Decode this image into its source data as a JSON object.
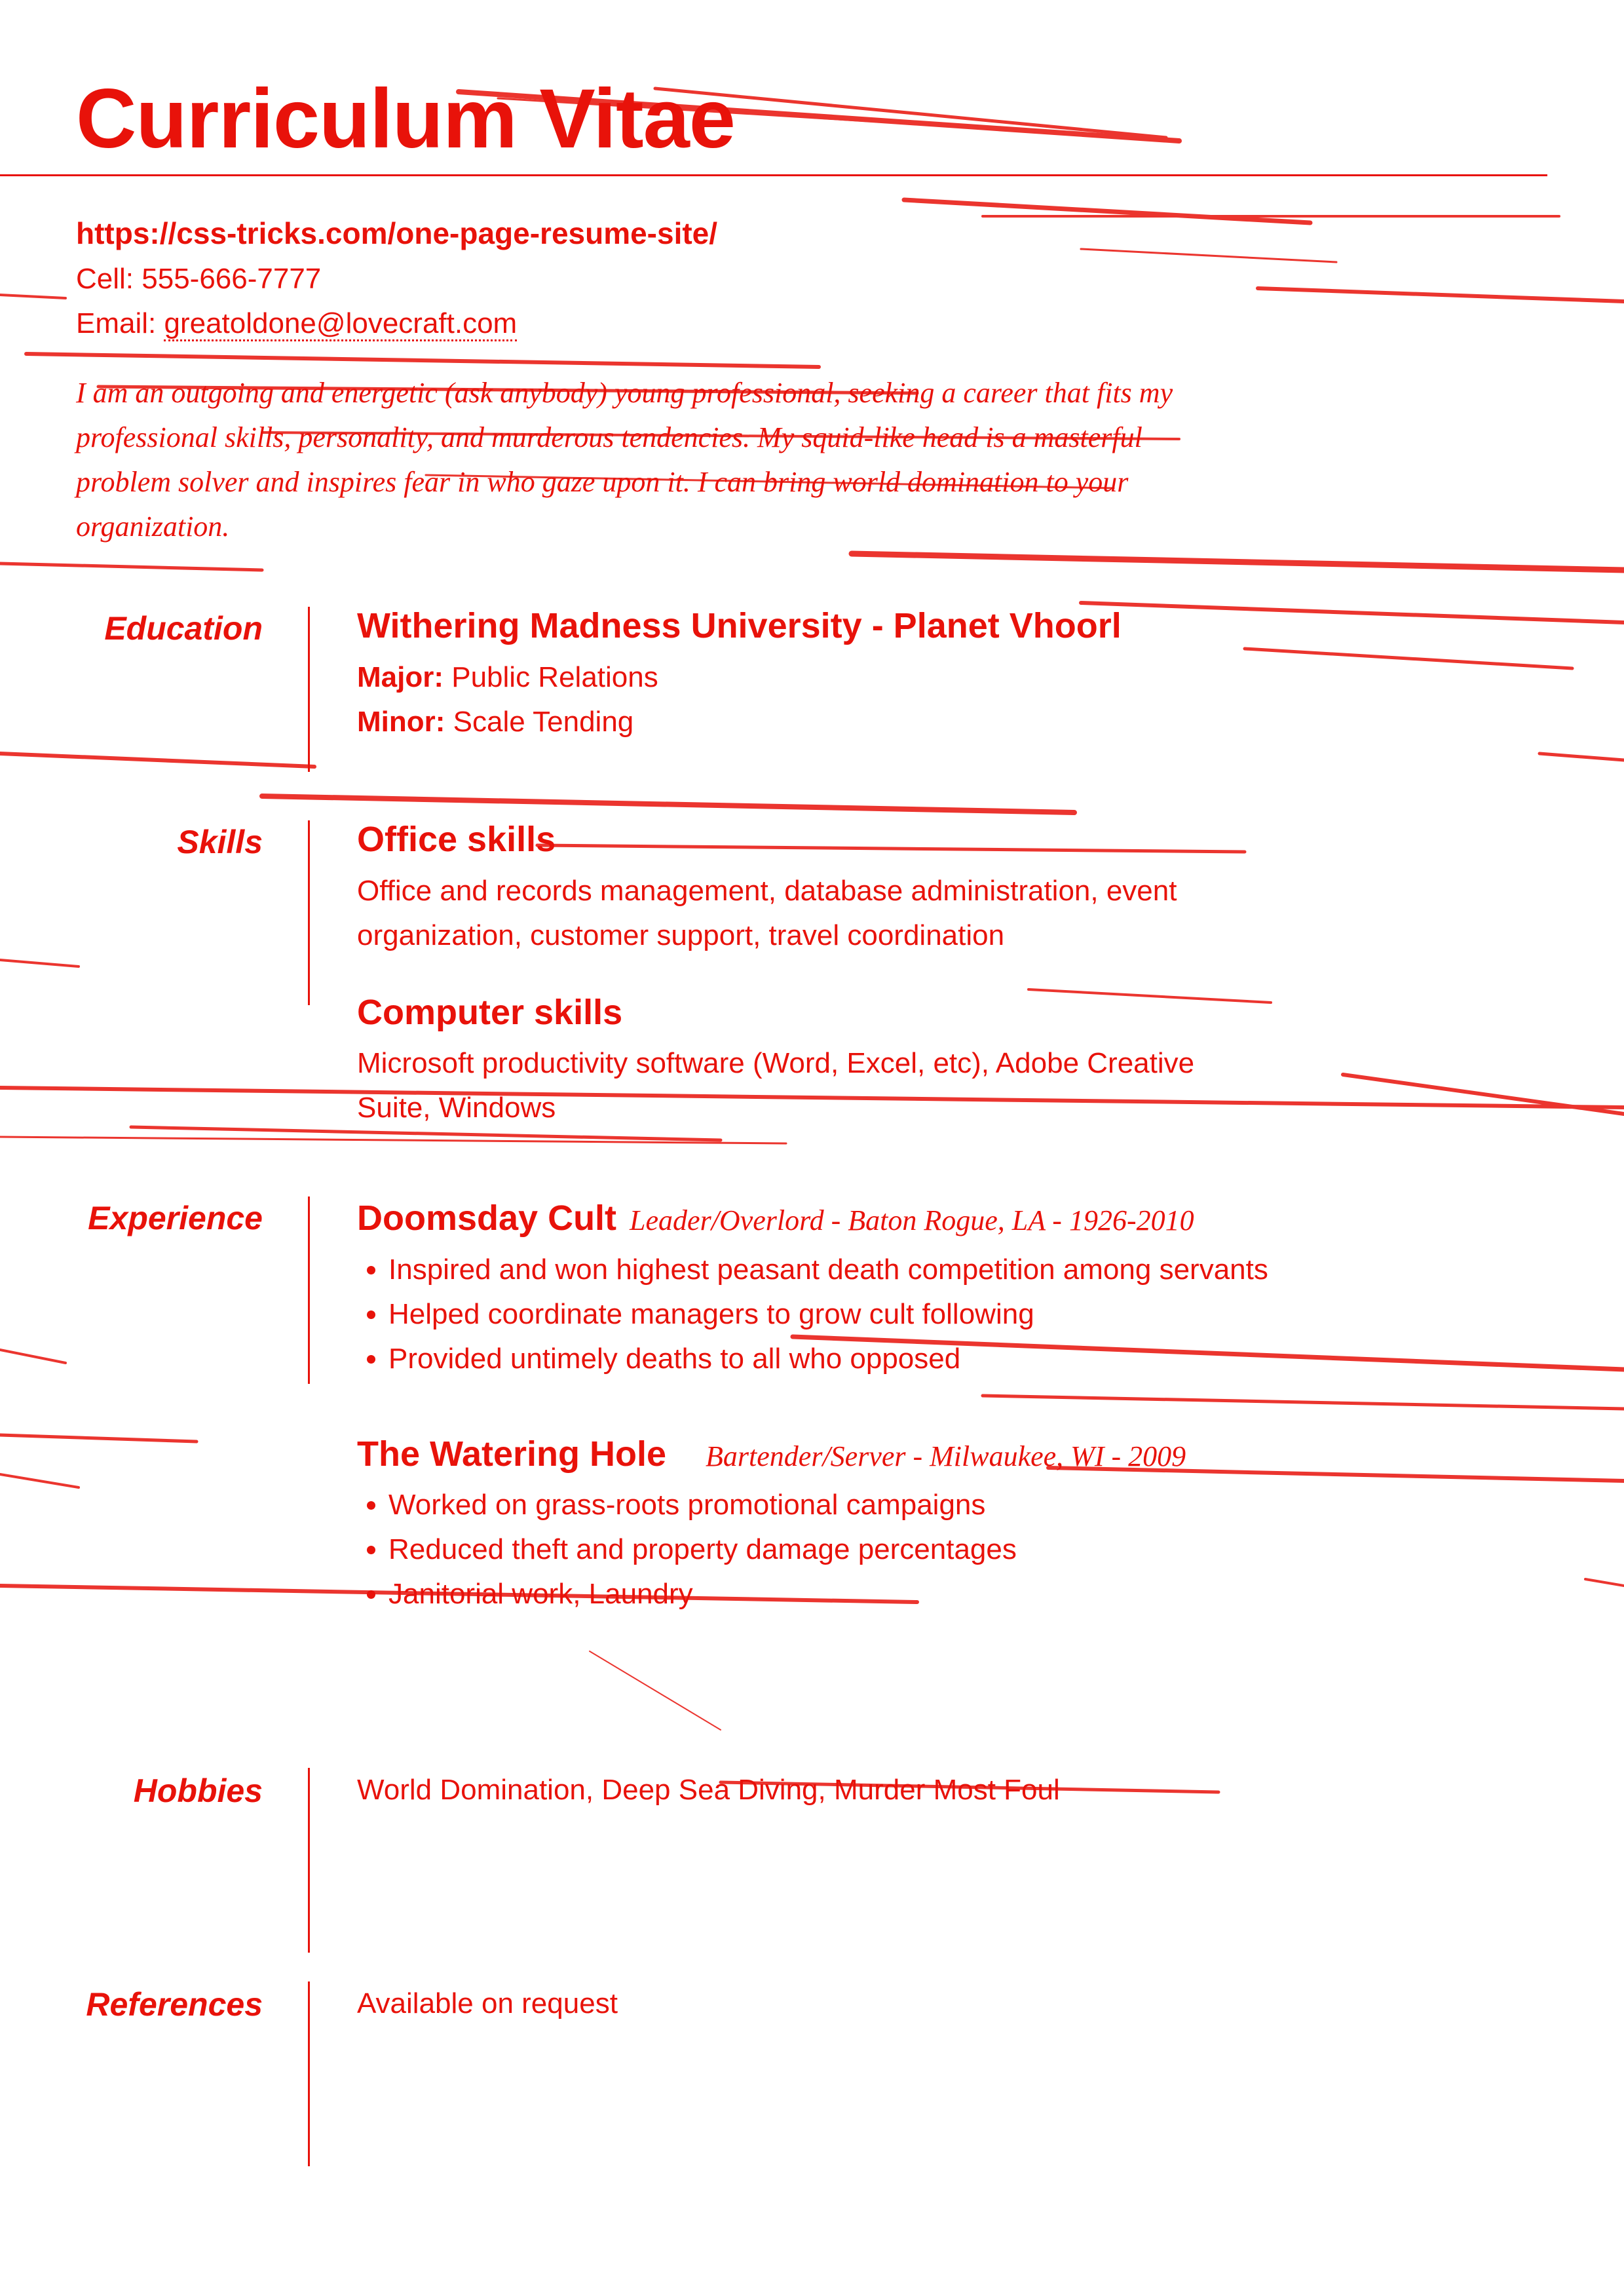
{
  "header": {
    "title": "Curriculum Vitae",
    "url": "https://css-tricks.com/one-page-resume-site/",
    "cell_label": "Cell: ",
    "cell_value": "555-666-7777",
    "email_label": "Email: ",
    "email_value": "greatoldone@lovecraft.com"
  },
  "intro": "I am an outgoing and energetic (ask anybody) young professional, seeking a career that fits my professional skills, personality, and murderous tendencies. My squid-like head is a masterful problem solver and inspires fear in who gaze upon it. I can bring world domination to your organization.",
  "education": {
    "label": "Education",
    "school": "Withering Madness University - Planet Vhoorl",
    "major_label": "Major:",
    "major": "Public Relations",
    "minor_label": "Minor:",
    "minor": "Scale Tending"
  },
  "skills": {
    "label": "Skills",
    "office_title": "Office skills",
    "office_text": "Office and records management, database administration, event organization, customer support, travel coordination",
    "computer_title": "Computer skills",
    "computer_text": "Microsoft productivity software (Word, Excel, etc), Adobe Creative Suite, Windows"
  },
  "experience": {
    "label": "Experience",
    "jobs": [
      {
        "company": "Doomsday Cult",
        "role": "Leader/Overlord - Baton Rogue, LA - 1926-2010",
        "bullets": [
          "Inspired and won highest peasant death competition among servants",
          "Helped coordinate managers to grow cult following",
          "Provided untimely deaths to all who opposed"
        ]
      },
      {
        "company": "The Watering Hole",
        "role": "Bartender/Server - Milwaukee, WI - 2009",
        "bullets": [
          "Worked on grass-roots promotional campaigns",
          "Reduced theft and property damage percentages",
          "Janitorial work, Laundry"
        ]
      }
    ]
  },
  "hobbies": {
    "label": "Hobbies",
    "text": "World Domination, Deep Sea Diving, Murder Most Foul"
  },
  "references": {
    "label": "References",
    "text": "Available on request"
  },
  "colors": {
    "accent": "#e8120a",
    "rule": "#e8120a",
    "background": "#ffffff"
  }
}
